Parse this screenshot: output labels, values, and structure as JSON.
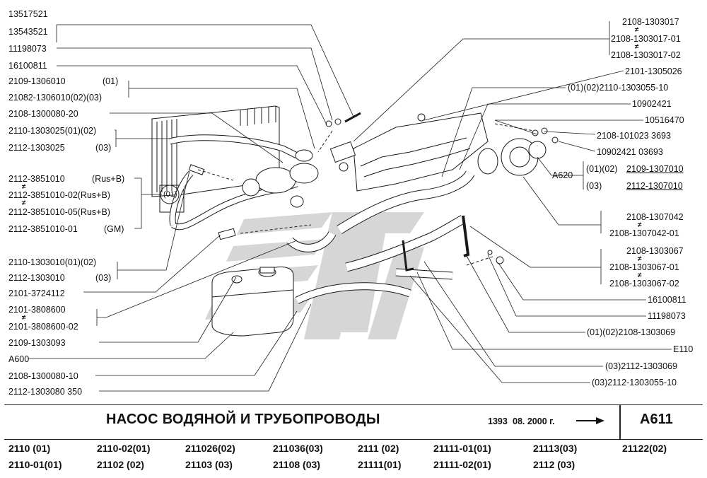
{
  "title": "НАСОС ВОДЯНОЙ И ТРУБОПРОВОДЫ",
  "doc_number": "1393",
  "doc_date": "08. 2000 г.",
  "sheet_code": "А611",
  "labels": {
    "l01": "13517521",
    "l02": "13543521",
    "l03": "11198073",
    "l04": "16100811",
    "l05": "2109-1306010",
    "l05v": "(01)",
    "l06": "21082-1306010(02)(03)",
    "l07": "2108-1300080-20",
    "l08": "2110-1303025(01)(02)",
    "l09": "2112-1303025",
    "l09v": "(03)",
    "l10": "2112-3851010",
    "l10v": "(Rus+B)",
    "l11": "2112-3851010-02(Rus+B)",
    "l12": "2112-3851010-05(Rus+B)",
    "l13": "2112-3851010-01",
    "l13v": "(GM)",
    "l14": "2110-1303010(01)(02)",
    "l15": "2112-1303010",
    "l15v": "(03)",
    "l16": "2101-3724112",
    "l17": "2101-3808600",
    "l18": "2101-3808600-02",
    "l19": "2109-1303093",
    "l20": "А600",
    "l21": "2108-1300080-10",
    "l22": "2112-1303080 350",
    "r01": "2108-1303017",
    "r02": "2108-1303017-01",
    "r03": "2108-1303017-02",
    "r04": "2101-1305026",
    "r05": "(01)(02)2110-1303055-10",
    "r06": "10902421",
    "r07": "10516470",
    "r08": "2108-101023  3693",
    "r09": "10902421  03693",
    "r10": "А620",
    "r10a": "(01)(02)",
    "r10b": "2109-1307010",
    "r10c": "(03)",
    "r10d": "2112-1307010",
    "r11": "2108-1307042",
    "r12": "2108-1307042-01",
    "r13": "2108-1303067",
    "r14": "2108-1303067-01",
    "r15": "2108-1303067-02",
    "r16": "16100811",
    "r17": "11198073",
    "r18": "(01)(02)2108-1303069",
    "r19": "Е110",
    "r20": "(03)2112-1303069",
    "r21": "(03)2112-1303055-10",
    "inset": "(01)"
  },
  "models": [
    [
      "2110",
      "(01)"
    ],
    [
      "2110-02(01)",
      ""
    ],
    [
      "211026(02)",
      ""
    ],
    [
      "211036(03)",
      ""
    ],
    [
      "2111",
      "(02)"
    ],
    [
      "21111-01(01)",
      ""
    ],
    [
      "21113(03)",
      ""
    ],
    [
      "21122(02)",
      ""
    ],
    [
      "2110-01(01)",
      ""
    ],
    [
      "21102",
      "(02)"
    ],
    [
      "21103",
      "(03)"
    ],
    [
      "21108",
      "(03)"
    ],
    [
      "21111(01)",
      ""
    ],
    [
      "21111-02(01)",
      ""
    ],
    [
      "2112",
      "(03)"
    ]
  ],
  "colors": {
    "ink": "#1a1a1a",
    "watermark": "#c9c9c9"
  }
}
